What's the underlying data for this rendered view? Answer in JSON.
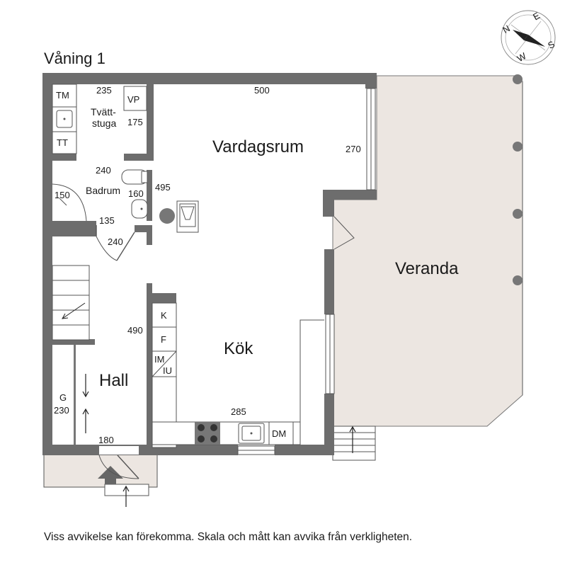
{
  "title": "Våning 1",
  "disclaimer": "Viss avvikelse kan förekomma. Skala och mått kan avvika från verkligheten.",
  "compass": {
    "labels": {
      "n": "N",
      "e": "E",
      "s": "S",
      "w": "W"
    }
  },
  "rooms": {
    "vardagsrum": "Vardagsrum",
    "veranda": "Veranda",
    "kok": "Kök",
    "hall": "Hall",
    "badrum": "Badrum",
    "tvattstuga_1": "Tvätt-",
    "tvattstuga_2": "stuga"
  },
  "fixtures": {
    "tm": "TM",
    "tt": "TT",
    "vp": "VP",
    "k": "K",
    "f": "F",
    "im": "IM",
    "iu": "IU",
    "dm": "DM",
    "g": "G"
  },
  "dimensions": {
    "tvatt_width": "235",
    "tvatt_depth": "175",
    "living_width": "500",
    "living_depth": "270",
    "bath_width": "240",
    "bath_150": "150",
    "bath_160": "160",
    "bath_135": "135",
    "hall_240": "240",
    "depth_495": "495",
    "depth_490": "490",
    "kitchen_width": "285",
    "closet_depth": "230",
    "entry_width": "180"
  },
  "colors": {
    "wall": "#6d6d6d",
    "veranda": "#ece6e1",
    "entry_step": "#ece6e1"
  }
}
